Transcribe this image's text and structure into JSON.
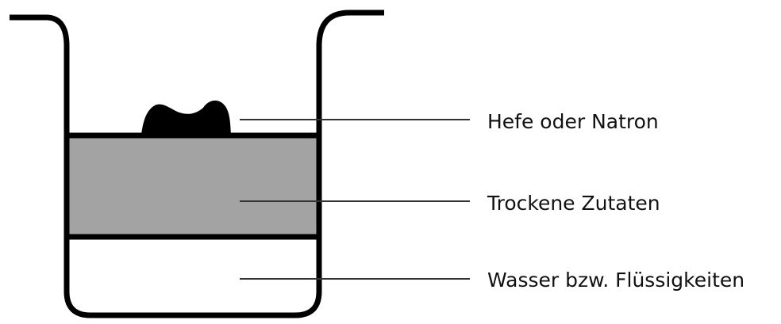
{
  "labels": {
    "yeast": "Hefe oder Natron",
    "dry": "Trockene Zutaten",
    "liquid": "Wasser bzw. Flüssigkeiten"
  },
  "colors": {
    "outline": "#000000",
    "dry_fill": "#a3a3a3",
    "liquid_fill": "#ffffff",
    "yeast_fill": "#000000",
    "leader_line": "#333333",
    "text": "#111111"
  }
}
